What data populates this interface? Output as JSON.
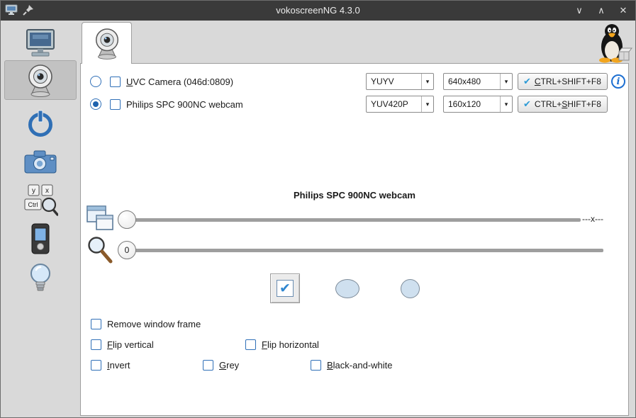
{
  "colors": {
    "titlebar_bg": "#3a3a3a",
    "window_bg": "#d9d9d9",
    "accent_blue": "#3070b8",
    "check_blue": "#2e9bd6",
    "shape_fill": "#cfe0ef"
  },
  "titlebar": {
    "title": "vokoscreenNG 4.3.0",
    "controls": {
      "minimize": "∨",
      "maximize": "∧",
      "close": "✕"
    }
  },
  "sidebar": {
    "items": [
      {
        "icon": "screen-capture-icon",
        "active": false
      },
      {
        "icon": "webcam-icon",
        "active": true
      },
      {
        "icon": "stop-record-icon",
        "active": false
      },
      {
        "icon": "screenshot-camera-icon",
        "active": false
      },
      {
        "icon": "hotkey-magnifier-icon",
        "active": false,
        "keys": [
          "y",
          "x",
          "Ctrl"
        ]
      },
      {
        "icon": "player-phone-icon",
        "active": false
      },
      {
        "icon": "lightbulb-icon",
        "active": false
      }
    ]
  },
  "main": {
    "tab": {
      "icon": "webcam-icon"
    },
    "cameras": [
      {
        "radio_selected": false,
        "checkbox_checked": false,
        "label": {
          "pre": "",
          "mn": "U",
          "post": "VC Camera (046d:0809)"
        },
        "format": "YUYV",
        "resolution": "640x480",
        "hotkey": {
          "pre": "",
          "mn": "C",
          "post": "TRL+SHIFT+F8"
        }
      },
      {
        "radio_selected": true,
        "checkbox_checked": false,
        "label": {
          "pre": "Philips SPC 900NC webcam",
          "mn": "",
          "post": ""
        },
        "format": "YUV420P",
        "resolution": "160x120",
        "hotkey": {
          "pre": "CTRL+",
          "mn": "S",
          "post": "HIFT+F8"
        }
      }
    ],
    "preview_title": "Philips SPC 900NC webcam",
    "sliders": [
      {
        "right_label": "---x---",
        "handle_value": ""
      },
      {
        "right_label": "",
        "handle_value": "0"
      }
    ],
    "shapes": {
      "rectangle_checked": true
    },
    "options": [
      {
        "id": "remove-window-frame",
        "checked": false,
        "label": {
          "pre": "Remove window frame",
          "mn": "",
          "post": ""
        }
      },
      {
        "id": "flip-vertical",
        "checked": false,
        "label": {
          "pre": "",
          "mn": "F",
          "post": "lip vertical"
        }
      },
      {
        "id": "flip-horizontal",
        "checked": false,
        "label": {
          "pre": "",
          "mn": "F",
          "post": "lip horizontal"
        }
      },
      {
        "id": "invert",
        "checked": false,
        "label": {
          "pre": "",
          "mn": "I",
          "post": "nvert"
        }
      },
      {
        "id": "grey",
        "checked": false,
        "label": {
          "pre": "",
          "mn": "G",
          "post": "rey"
        }
      },
      {
        "id": "black-and-white",
        "checked": false,
        "label": {
          "pre": "",
          "mn": "B",
          "post": "lack-and-white"
        }
      }
    ]
  },
  "ui_glyphs": {
    "dropdown_arrow": "▾",
    "hotkey_check": "✔",
    "big_check": "✔",
    "info": "i"
  }
}
